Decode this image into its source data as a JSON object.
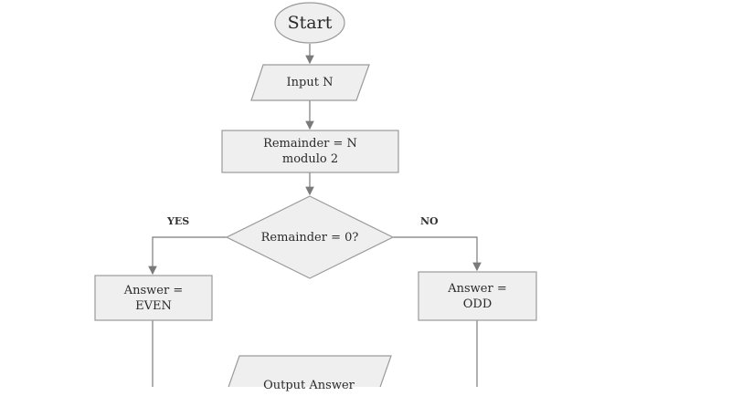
{
  "nodes": {
    "start": "Start",
    "input": "Input N",
    "process_line1": "Remainder = N",
    "process_line2": "modulo 2",
    "decision": "Remainder = 0?",
    "even_line1": "Answer =",
    "even_line2": "EVEN",
    "odd_line1": "Answer =",
    "odd_line2": "ODD",
    "output": "Output Answer"
  },
  "edges": {
    "yes": "YES",
    "no": "NO"
  }
}
